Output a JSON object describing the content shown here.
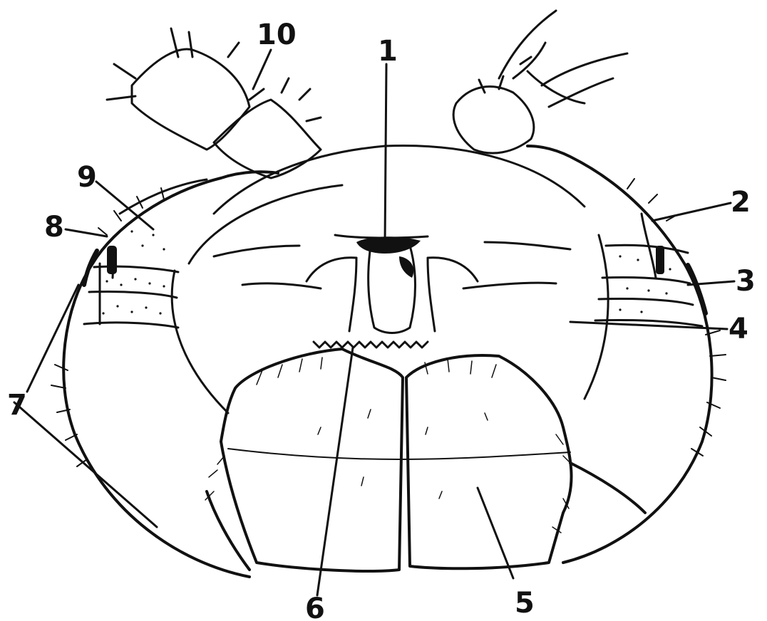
{
  "figure": {
    "ink_color": "#111111",
    "background_color": "#ffffff",
    "labels": [
      {
        "id": "l1",
        "text": "1"
      },
      {
        "id": "l2",
        "text": "2"
      },
      {
        "id": "l3",
        "text": "3"
      },
      {
        "id": "l4",
        "text": "4"
      },
      {
        "id": "l5",
        "text": "5"
      },
      {
        "id": "l6",
        "text": "6"
      },
      {
        "id": "l7",
        "text": "7"
      },
      {
        "id": "l8",
        "text": "8"
      },
      {
        "id": "l9",
        "text": "9"
      },
      {
        "id": "l10",
        "text": "10"
      }
    ]
  }
}
